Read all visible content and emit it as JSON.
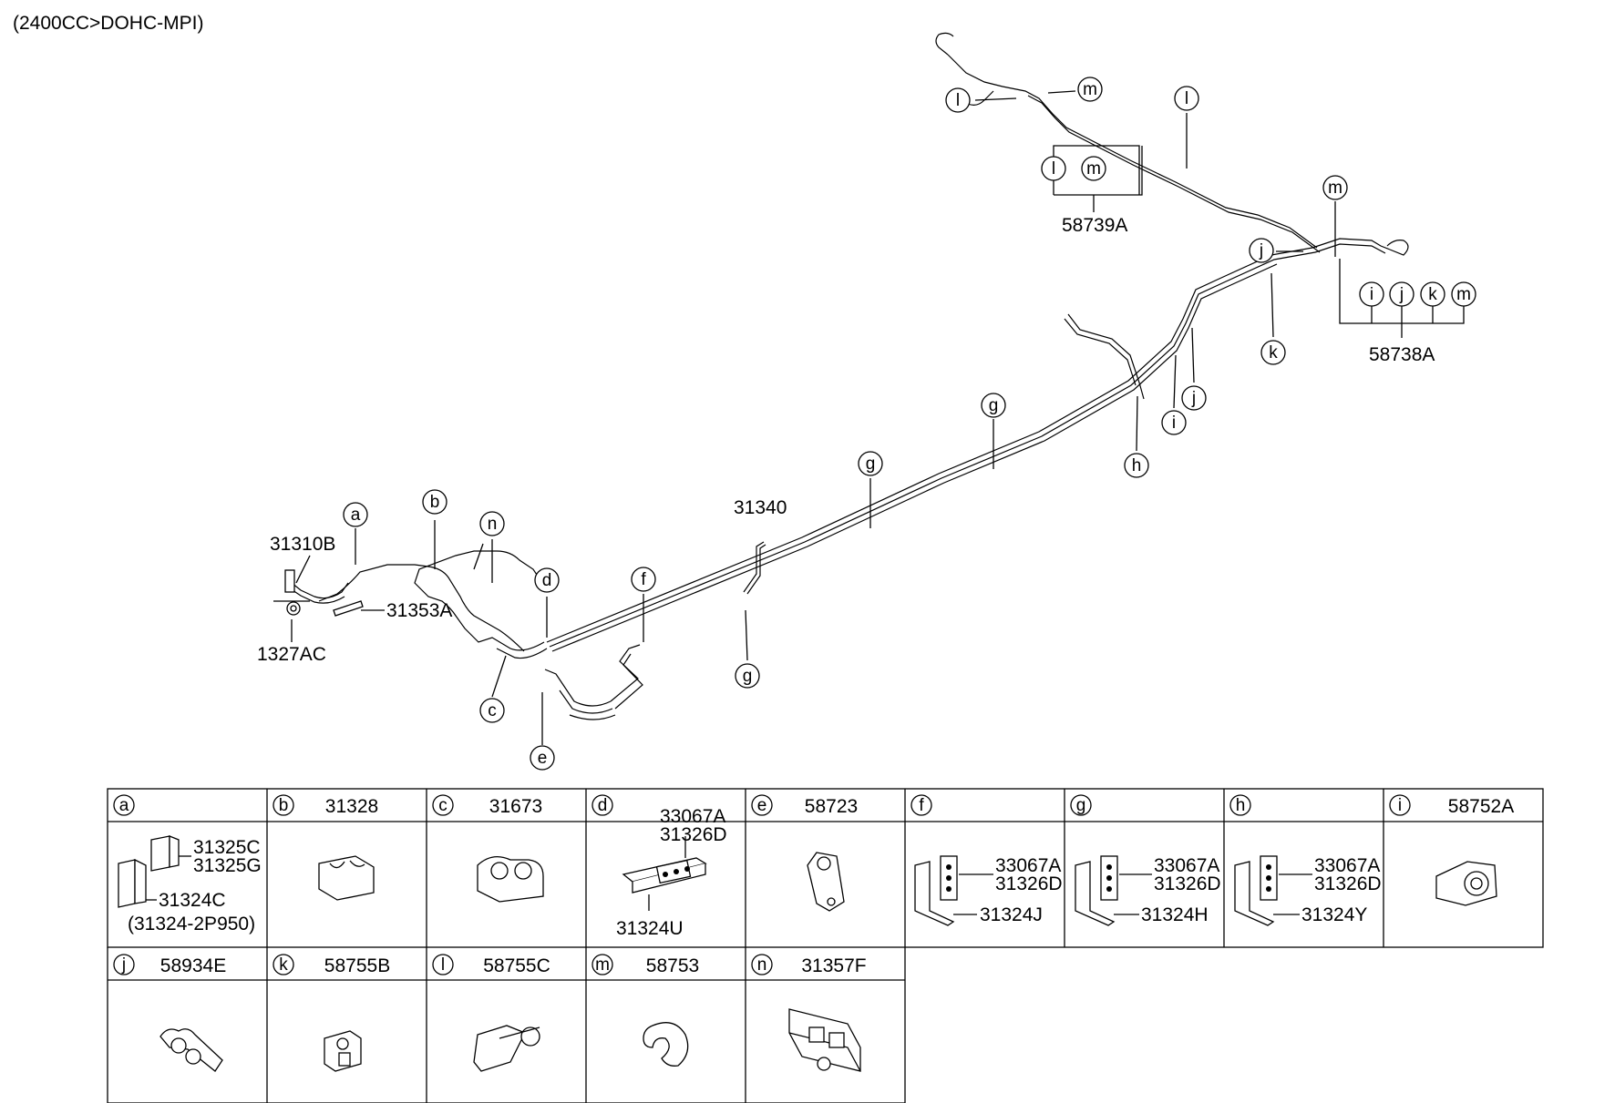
{
  "title": "(2400CC>DOHC-MPI)",
  "callouts": [
    {
      "letter": "a"
    },
    {
      "letter": "b"
    },
    {
      "letter": "n"
    },
    {
      "letter": "d"
    },
    {
      "letter": "f"
    },
    {
      "letter": "c"
    },
    {
      "letter": "e"
    },
    {
      "letter": "g"
    },
    {
      "letter": "g"
    },
    {
      "letter": "g"
    },
    {
      "letter": "h"
    },
    {
      "letter": "i"
    },
    {
      "letter": "j"
    },
    {
      "letter": "k"
    },
    {
      "letter": "j"
    },
    {
      "letter": "m"
    },
    {
      "letter": "l"
    },
    {
      "letter": "m"
    },
    {
      "letter": "l"
    },
    {
      "letter": "l"
    },
    {
      "letter": "m"
    },
    {
      "letter": "i"
    },
    {
      "letter": "j"
    },
    {
      "letter": "k"
    },
    {
      "letter": "m"
    }
  ],
  "part_labels": {
    "p31310B": "31310B",
    "p31353A": "31353A",
    "p1327AC": "1327AC",
    "p31340": "31340",
    "p58739A": "58739A",
    "p58738A": "58738A"
  },
  "table": {
    "row1": [
      {
        "letter": "a",
        "part": ""
      },
      {
        "letter": "b",
        "part": "31328"
      },
      {
        "letter": "c",
        "part": "31673"
      },
      {
        "letter": "d",
        "part": ""
      },
      {
        "letter": "e",
        "part": "58723"
      },
      {
        "letter": "f",
        "part": ""
      },
      {
        "letter": "g",
        "part": ""
      },
      {
        "letter": "h",
        "part": ""
      },
      {
        "letter": "i",
        "part": "58752A"
      }
    ],
    "row2": [
      {
        "letter": "j",
        "part": "58934E"
      },
      {
        "letter": "k",
        "part": "58755B"
      },
      {
        "letter": "l",
        "part": "58755C"
      },
      {
        "letter": "m",
        "part": "58753"
      },
      {
        "letter": "n",
        "part": "31357F"
      }
    ],
    "cell_a": {
      "l1": "31325C",
      "l2": "31325G",
      "l3": "31324C",
      "l4": "(31324-2P950)"
    },
    "cell_d": {
      "l1": "33067A",
      "l2": "31326D",
      "l3": "31324U"
    },
    "cell_f": {
      "l1": "33067A",
      "l2": "31326D",
      "l3": "31324J"
    },
    "cell_g": {
      "l1": "33067A",
      "l2": "31326D",
      "l3": "31324H"
    },
    "cell_h": {
      "l1": "33067A",
      "l2": "31326D",
      "l3": "31324Y"
    }
  }
}
